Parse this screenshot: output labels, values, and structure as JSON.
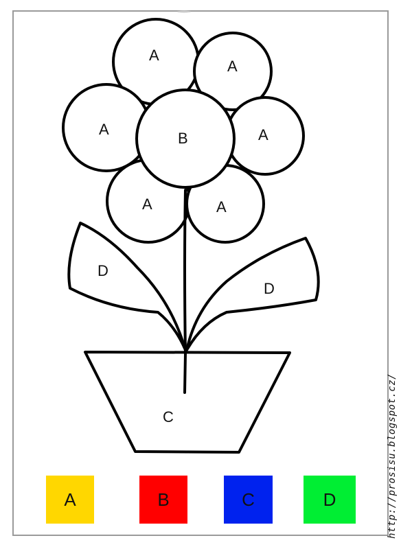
{
  "labels": {
    "petal": "A",
    "center": "B",
    "pot": "C",
    "leaf": "D"
  },
  "legend": [
    {
      "letter": "A",
      "color": "#FFD700"
    },
    {
      "letter": "B",
      "color": "#FF0000"
    },
    {
      "letter": "C",
      "color": "#0022EE"
    },
    {
      "letter": "D",
      "color": "#00EE33"
    }
  ],
  "credit": "http://prosisu.blogspot.cz/"
}
